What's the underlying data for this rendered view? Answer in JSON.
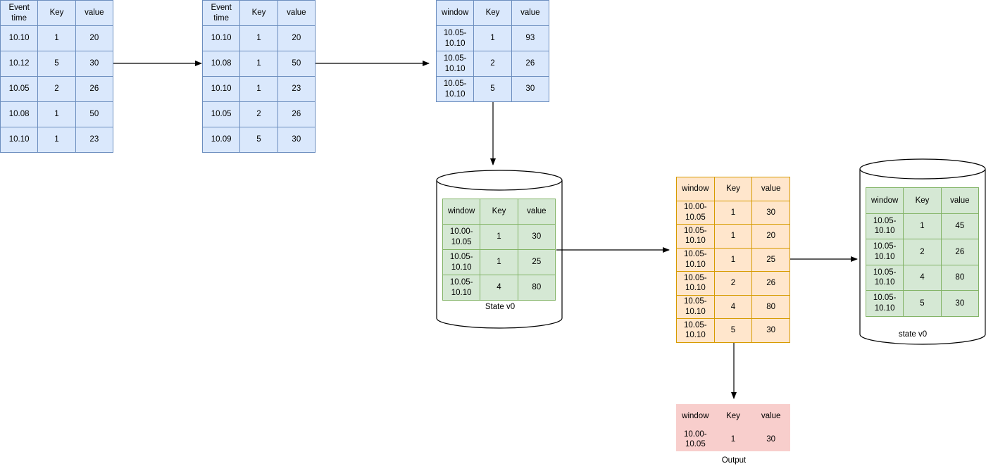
{
  "tables": {
    "input": {
      "headers": [
        "Event time",
        "Key",
        "value"
      ],
      "rows": [
        [
          "10.10",
          "1",
          "20"
        ],
        [
          "10.12",
          "5",
          "30"
        ],
        [
          "10.05",
          "2",
          "26"
        ],
        [
          "10.08",
          "1",
          "50"
        ],
        [
          "10.10",
          "1",
          "23"
        ]
      ]
    },
    "sorted": {
      "headers": [
        "Event time",
        "Key",
        "value"
      ],
      "rows": [
        [
          "10.10",
          "1",
          "20"
        ],
        [
          "10.08",
          "1",
          "50"
        ],
        [
          "10.10",
          "1",
          "23"
        ],
        [
          "10.05",
          "2",
          "26"
        ],
        [
          "10.09",
          "5",
          "30"
        ]
      ]
    },
    "aggregated": {
      "headers": [
        "window",
        "Key",
        "value"
      ],
      "rows": [
        [
          "10.05-\n10.10",
          "1",
          "93"
        ],
        [
          "10.05-\n10.10",
          "2",
          "26"
        ],
        [
          "10.05-\n10.10",
          "5",
          "30"
        ]
      ]
    },
    "state_old": {
      "headers": [
        "window",
        "Key",
        "value"
      ],
      "rows": [
        [
          "10.00-\n10.05",
          "1",
          "30"
        ],
        [
          "10.05-\n10.10",
          "1",
          "25"
        ],
        [
          "10.05-\n10.10",
          "4",
          "80"
        ]
      ]
    },
    "merged": {
      "headers": [
        "window",
        "Key",
        "value"
      ],
      "rows": [
        [
          "10.00-\n10.05",
          "1",
          "30"
        ],
        [
          "10.05-\n10.10",
          "1",
          "20"
        ],
        [
          "10.05-\n10.10",
          "1",
          "25"
        ],
        [
          "10.05-\n10.10",
          "2",
          "26"
        ],
        [
          "10.05-\n10.10",
          "4",
          "80"
        ],
        [
          "10.05-\n10.10",
          "5",
          "30"
        ]
      ]
    },
    "state_new": {
      "headers": [
        "window",
        "Key",
        "value"
      ],
      "rows": [
        [
          "10.05-\n10.10",
          "1",
          "45"
        ],
        [
          "10.05-\n10.10",
          "2",
          "26"
        ],
        [
          "10.05-\n10.10",
          "4",
          "80"
        ],
        [
          "10.05-\n10.10",
          "5",
          "30"
        ]
      ]
    },
    "output": {
      "headers": [
        "window",
        "Key",
        "value"
      ],
      "rows": [
        [
          "10.00-\n10.05",
          "1",
          "30"
        ]
      ]
    }
  },
  "labels": {
    "state_old": "State v0",
    "state_new": "state v0",
    "output": "Output"
  },
  "colors": {
    "blue_fill": "#dae8fc",
    "blue_stroke": "#6c8ebf",
    "green_fill": "#d5e8d4",
    "green_stroke": "#82b366",
    "orange_fill": "#ffe6cc",
    "orange_stroke": "#d79b00",
    "red_fill": "#f8cecc"
  }
}
